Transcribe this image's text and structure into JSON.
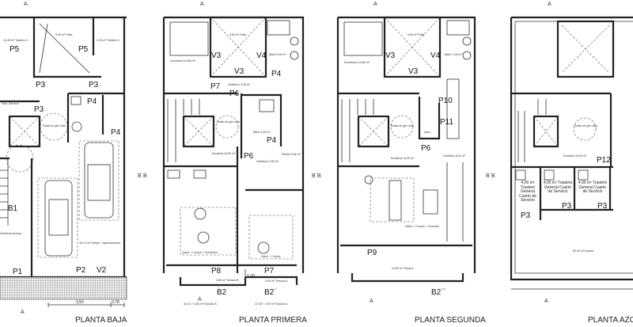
{
  "titles": {
    "baja": "PLANTA BAJA",
    "primera": "PLANTA PRIMERA",
    "segunda": "PLANTA SEGUNDA",
    "azotea": "PLANTA AZO"
  },
  "section_marks": {
    "a": "A",
    "bb": "B´B"
  },
  "baja": {
    "doors": [
      "P5",
      "P5",
      "P3",
      "P3",
      "P3",
      "P4",
      "P4",
      "P1",
      "P2",
      "V2",
      "B1"
    ],
    "rooms": [
      "10,45 m² Trastero 2",
      "9,90 m² Patio",
      "4,25 m² Trastero 1",
      "Vest. Servicio",
      "Radio de giro silla",
      "35,13 m² Garaje + Aparcamiento",
      "Vestíbulo Acceso"
    ],
    "dims": [
      "3,50",
      "0,78"
    ]
  },
  "primera": {
    "doors": [
      "V3",
      "V4",
      "V3",
      "P4",
      "P7",
      "P6",
      "P4",
      "P6",
      "P8",
      "P7",
      "B2",
      "B2´"
    ],
    "rooms": [
      "Dormitorio 10,66 m²",
      "9,60 m² Patio",
      "Baño 5,05 m²",
      "Vestíbulo 3,45 m²",
      "Radio de giro silla",
      "Baño 4,45 m²",
      "Escalera 16,00 m²",
      "Vestíbulo 3,50 m²",
      "Pasillo 5,56 m²",
      "Salón + Cocina + Dormitorio",
      "Salón + Cocina",
      "3,80 m² Terraza B",
      "3,00 m² Terraza A",
      "30,43 + 3,80 m² Estudio B",
      "37,35 + 3,00 m² Estudio A"
    ],
    "dims": [
      "1,20"
    ]
  },
  "segunda": {
    "doors": [
      "V3",
      "V4",
      "V3",
      "P10",
      "P11",
      "P6",
      "P9",
      "B2´´"
    ],
    "rooms": [
      "Dormitorio 10,66 m²",
      "9,60 m² Patio",
      "Baño 7,28 m²",
      "Radio de giro silla",
      "Aseo",
      "Escalera 16,00 m²",
      "Vestíbulo 8,30 m²",
      "Salón + Cocina + Comedor",
      "14,05 m² Terraza"
    ]
  },
  "azotea": {
    "doors": [
      "P12",
      "P3",
      "P3",
      "P3"
    ],
    "rooms": [
      "Radio de giro silla",
      "Escalera 16,00 m²",
      "4,00 m² Trastero General Cuarto de Servicio",
      "4,00 m² Trastero General Cuarto de Servicio",
      "4,00 m² Trastero General Cuarto de Servicio",
      "62,40 m² Azotea"
    ]
  }
}
